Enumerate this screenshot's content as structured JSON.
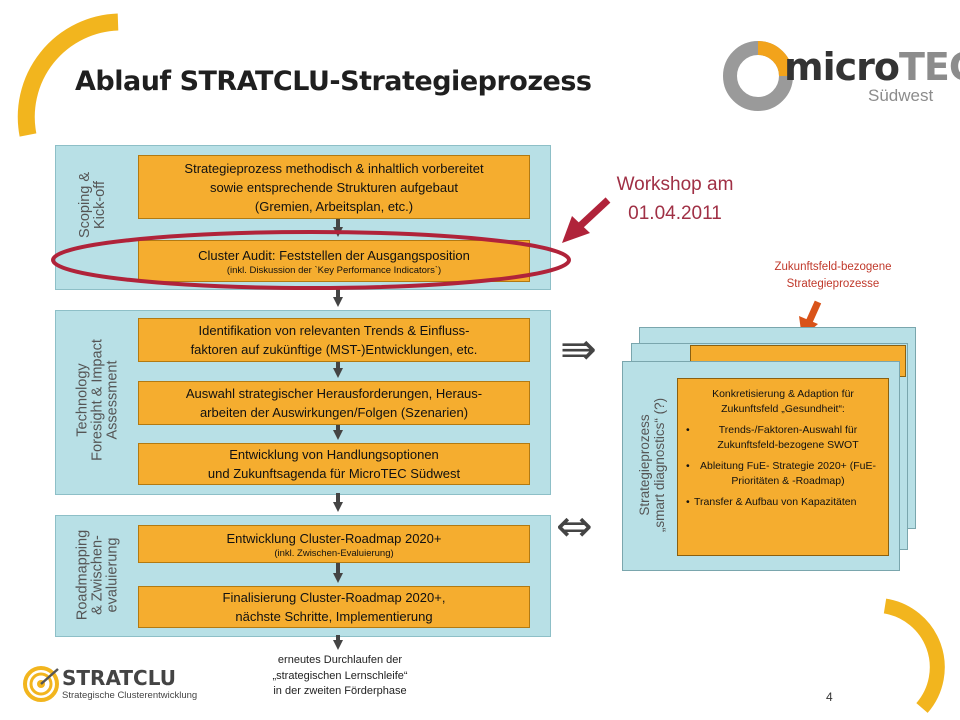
{
  "title": "Ablauf STRATCLU-Strategieprozess",
  "logo": {
    "micro": "micro",
    "tec": "TEC",
    "sub": "Südwest",
    "colors": {
      "gray": "#8c8c8c",
      "orange": "#f2a31b",
      "dark": "#333333"
    }
  },
  "phases": [
    {
      "label_lines": [
        "Scoping &",
        "Kick-off"
      ]
    },
    {
      "label_lines": [
        "Technology",
        "Foresight & Impact",
        "Assessment"
      ]
    },
    {
      "label_lines": [
        "Roadmapping",
        "& Zwischen-",
        "evaluierung"
      ]
    }
  ],
  "steps": [
    {
      "lines": [
        "Strategieprozess methodisch & inhaltlich vorbereitet",
        "sowie entsprechende  Strukturen aufgebaut",
        "(Gremien, Arbeitsplan, etc.)"
      ],
      "small": ""
    },
    {
      "lines": [
        "Cluster Audit: Feststellen der Ausgangsposition"
      ],
      "small": "(inkl. Diskussion der `Key Performance Indicators`)"
    },
    {
      "lines": [
        "Identifikation von relevanten Trends & Einfluss-",
        "faktoren auf zukünftige (MST-)Entwicklungen,  etc."
      ],
      "small": ""
    },
    {
      "lines": [
        "Auswahl strategischer Herausforderungen,  Heraus-",
        "arbeiten der Auswirkungen/Folgen (Szenarien)"
      ],
      "small": ""
    },
    {
      "lines": [
        "Entwicklung von Handlungsoptionen",
        "und  Zukunftsagenda für MicroTEC Südwest"
      ],
      "small": ""
    },
    {
      "lines": [
        "Entwicklung Cluster-Roadmap 2020+"
      ],
      "small": "(inkl. Zwischen-Evaluierung)"
    },
    {
      "lines": [
        "Finalisierung Cluster-Roadmap 2020+,",
        "nächste Schritte, Implementierung"
      ],
      "small": ""
    }
  ],
  "workshop": {
    "line1": "Workshop am",
    "line2": "01.04.2011"
  },
  "zukunftsfeld_label": {
    "line1": "Zukunftsfeld-bezogene",
    "line2": "Strategieprozesse"
  },
  "arrows": {
    "implies": "⇛",
    "equivalent": "⇔"
  },
  "side_panel": {
    "vertical_lines": [
      "Strategieprozess",
      "„smart diagnostics“ (?)"
    ],
    "heading": "Konkretisierung & Adaption für Zukunftsfeld „Gesundheit“:",
    "bullets": [
      "Trends-/Faktoren-Auswahl für Zukunftsfeld-bezogene SWOT",
      "Ableitung FuE- Strategie 2020+ (FuE-Prioritäten & -Roadmap)",
      "Transfer & Aufbau von Kapazitäten"
    ]
  },
  "footer_note": [
    "erneutes Durchlaufen der",
    "„strategischen Lernschleife“",
    "in der zweiten Förderphase"
  ],
  "stratclu": {
    "name": "STRATCLU",
    "subtitle": "Strategische Clusterentwicklung"
  },
  "page_number": "4",
  "colors": {
    "phase_bg": "#b8e0e6",
    "step_bg": "#f5ad2f",
    "highlight": "#b0233a",
    "accent_arc": "#f2b51e"
  }
}
